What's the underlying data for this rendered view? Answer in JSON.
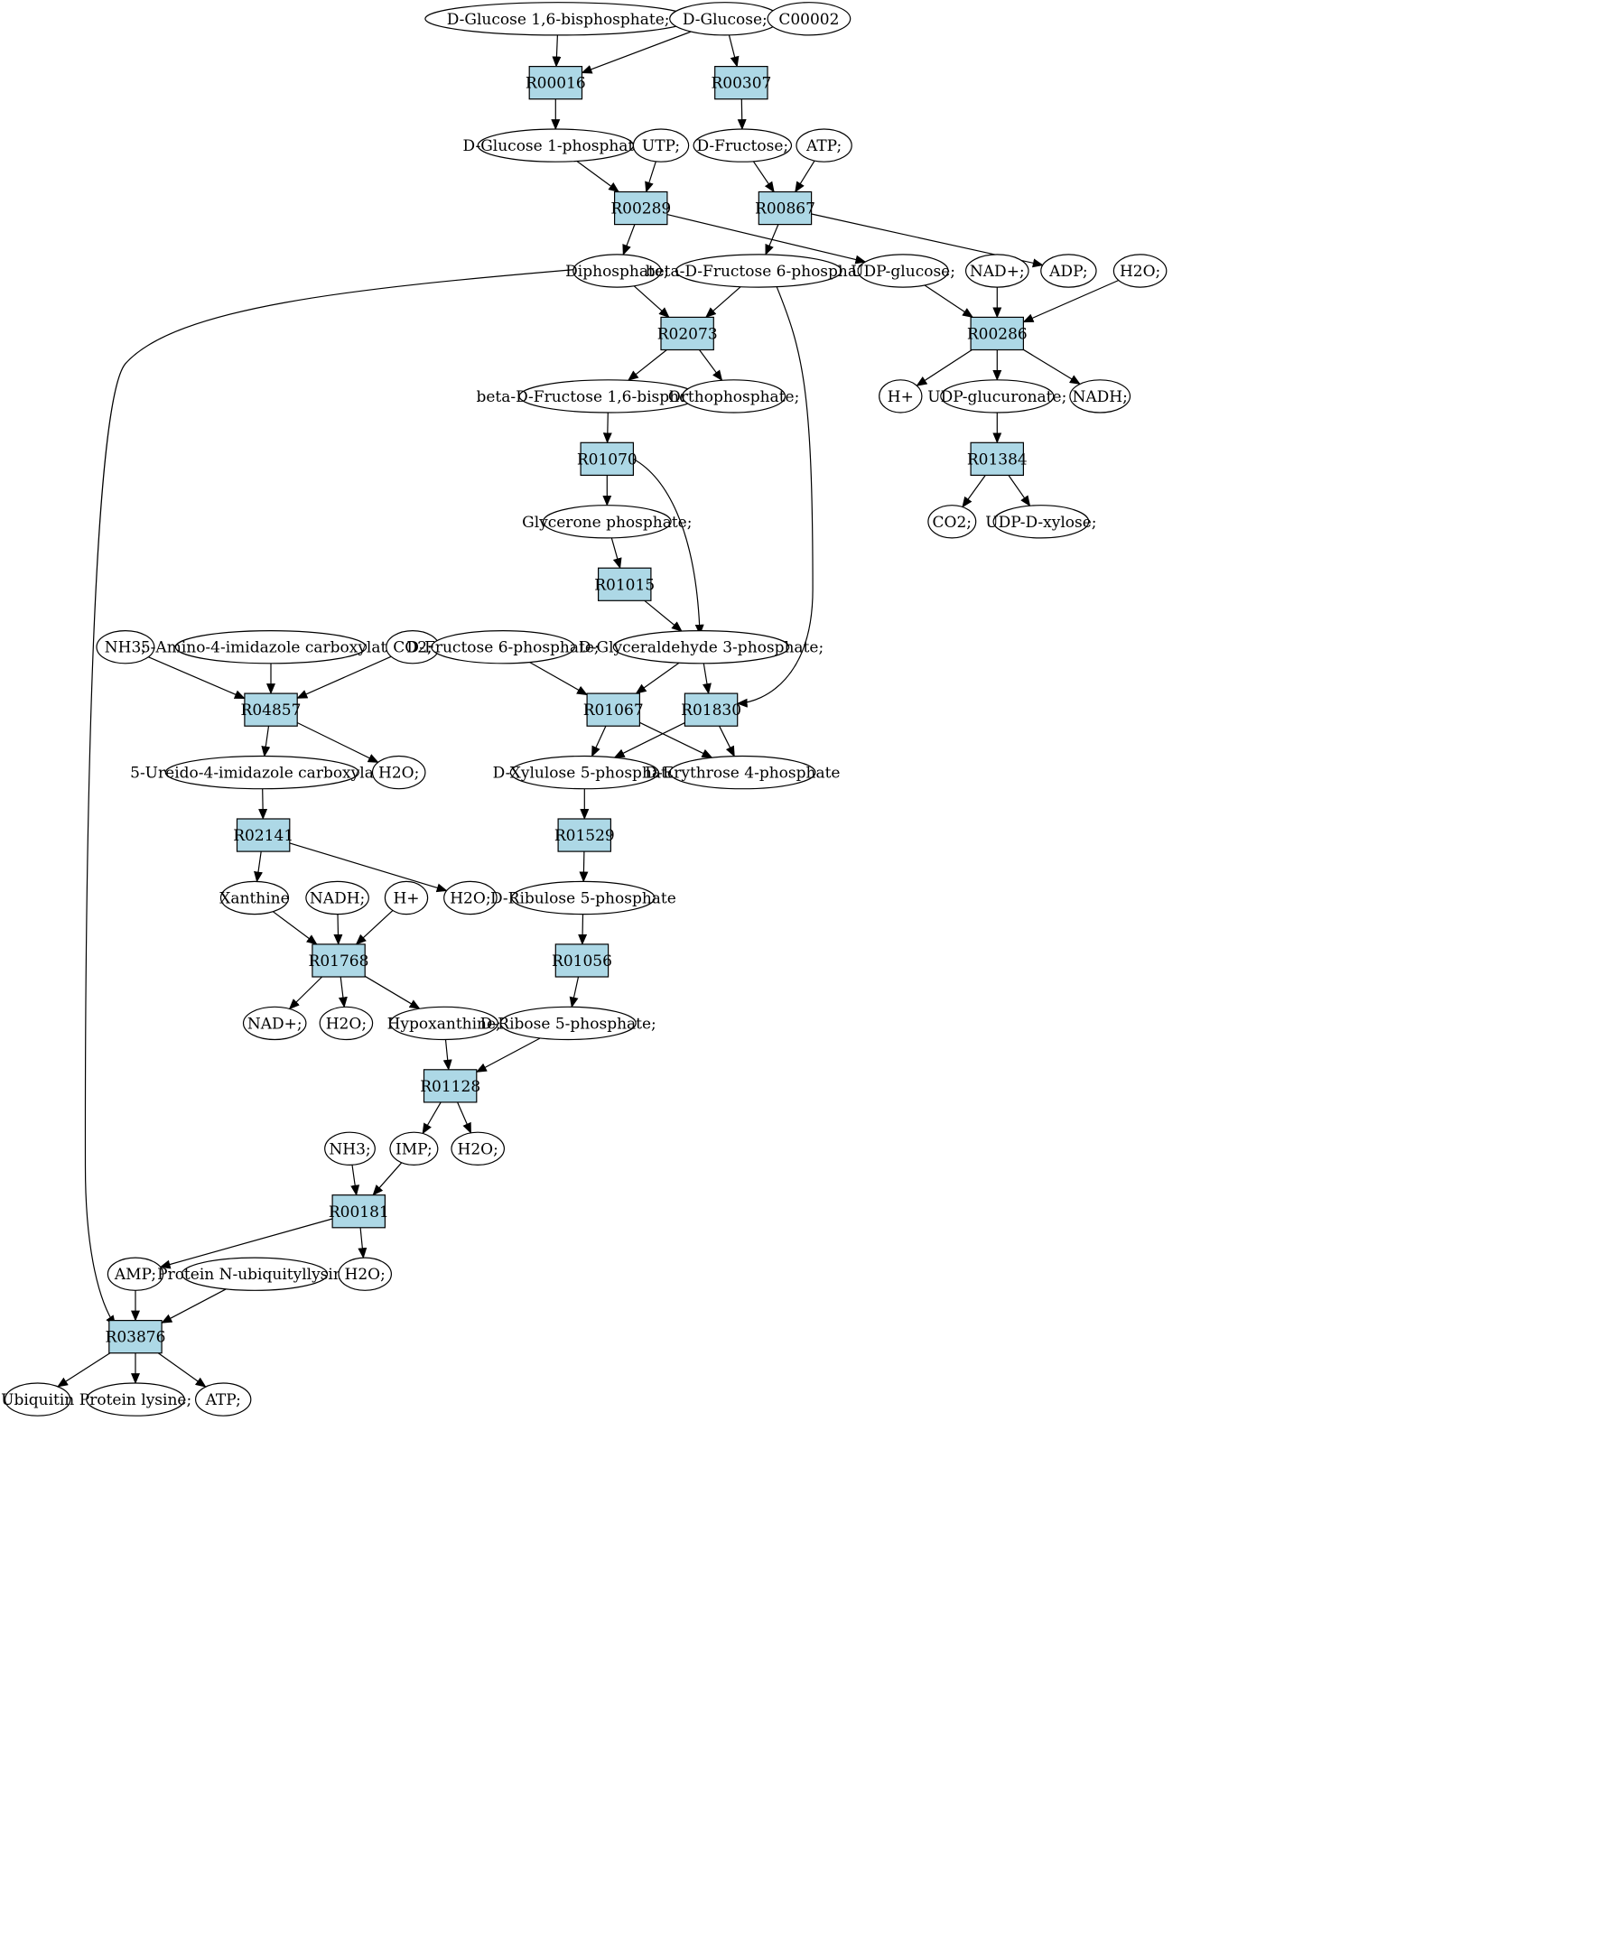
{
  "colors": {
    "reaction_fill": "#add8e6",
    "compound_fill": "#ffffff",
    "start_fill": "#00ee00",
    "target_fill": "#ffff00",
    "stroke": "#000000"
  },
  "nodes": [
    {
      "id": "c_g16bp",
      "type": "compound",
      "label": "D-Glucose 1,6-bisphosphate;"
    },
    {
      "id": "c_glc",
      "type": "compound",
      "label": "D-Glucose;",
      "style": "start"
    },
    {
      "id": "c_c00002",
      "type": "compound",
      "label": "C00002",
      "style": "target"
    },
    {
      "id": "r_R00016",
      "type": "reaction",
      "label": "R00016"
    },
    {
      "id": "r_R00307",
      "type": "reaction",
      "label": "R00307"
    },
    {
      "id": "c_g1p",
      "type": "compound",
      "label": "D-Glucose 1-phosphate;"
    },
    {
      "id": "c_utp",
      "type": "compound",
      "label": "UTP;"
    },
    {
      "id": "c_fru",
      "type": "compound",
      "label": "D-Fructose;"
    },
    {
      "id": "c_atp_top",
      "type": "compound",
      "label": "ATP;"
    },
    {
      "id": "r_R00289",
      "type": "reaction",
      "label": "R00289"
    },
    {
      "id": "r_R00867",
      "type": "reaction",
      "label": "R00867"
    },
    {
      "id": "c_ppi",
      "type": "compound",
      "label": "Diphosphate;"
    },
    {
      "id": "c_bf6p",
      "type": "compound",
      "label": "beta-D-Fructose 6-phosphate"
    },
    {
      "id": "c_udpg",
      "type": "compound",
      "label": "UDP-glucose;"
    },
    {
      "id": "c_nadp_top",
      "type": "compound",
      "label": "NAD+;"
    },
    {
      "id": "c_adp",
      "type": "compound",
      "label": "ADP;"
    },
    {
      "id": "c_h2o_top",
      "type": "compound",
      "label": "H2O;"
    },
    {
      "id": "r_R02073",
      "type": "reaction",
      "label": "R02073"
    },
    {
      "id": "r_R00286",
      "type": "reaction",
      "label": "R00286"
    },
    {
      "id": "c_bf16bp",
      "type": "compound",
      "label": "beta-D-Fructose 1,6-bisphosphate"
    },
    {
      "id": "c_pi",
      "type": "compound",
      "label": "Orthophosphate;"
    },
    {
      "id": "c_hplus_r",
      "type": "compound",
      "label": "H+"
    },
    {
      "id": "c_udpgluc",
      "type": "compound",
      "label": "UDP-glucuronate;"
    },
    {
      "id": "c_nadh_r",
      "type": "compound",
      "label": "NADH;"
    },
    {
      "id": "r_R01070",
      "type": "reaction",
      "label": "R01070"
    },
    {
      "id": "r_R01384",
      "type": "reaction",
      "label": "R01384"
    },
    {
      "id": "c_dhap",
      "type": "compound",
      "label": "Glycerone phosphate;"
    },
    {
      "id": "c_co2_r",
      "type": "compound",
      "label": "CO2;"
    },
    {
      "id": "c_udpxyl",
      "type": "compound",
      "label": "UDP-D-xylose;"
    },
    {
      "id": "r_R01015",
      "type": "reaction",
      "label": "R01015"
    },
    {
      "id": "c_nh3_a",
      "type": "compound",
      "label": "NH3;"
    },
    {
      "id": "c_aica",
      "type": "compound",
      "label": "5-Amino-4-imidazole carboxylate;"
    },
    {
      "id": "c_co2_l",
      "type": "compound",
      "label": "CO2;"
    },
    {
      "id": "c_f6p",
      "type": "compound",
      "label": "D-Fructose 6-phosphate;"
    },
    {
      "id": "c_gap",
      "type": "compound",
      "label": "D-Glyceraldehyde 3-phosphate;"
    },
    {
      "id": "r_R04857",
      "type": "reaction",
      "label": "R04857"
    },
    {
      "id": "r_R01067",
      "type": "reaction",
      "label": "R01067"
    },
    {
      "id": "r_R01830",
      "type": "reaction",
      "label": "R01830"
    },
    {
      "id": "c_uica",
      "type": "compound",
      "label": "5-Ureido-4-imidazole carboxylate;"
    },
    {
      "id": "c_h2o_a",
      "type": "compound",
      "label": "H2O;"
    },
    {
      "id": "c_xu5p",
      "type": "compound",
      "label": "D-Xylulose 5-phosphate"
    },
    {
      "id": "c_e4p",
      "type": "compound",
      "label": "D-Erythrose 4-phosphate"
    },
    {
      "id": "r_R02141",
      "type": "reaction",
      "label": "R02141"
    },
    {
      "id": "r_R01529",
      "type": "reaction",
      "label": "R01529"
    },
    {
      "id": "c_xan",
      "type": "compound",
      "label": "Xanthine"
    },
    {
      "id": "c_nadh_l",
      "type": "compound",
      "label": "NADH;"
    },
    {
      "id": "c_hplus_l",
      "type": "compound",
      "label": "H+"
    },
    {
      "id": "c_h2o_b",
      "type": "compound",
      "label": "H2O;"
    },
    {
      "id": "c_ru5p",
      "type": "compound",
      "label": "D-Ribulose 5-phosphate"
    },
    {
      "id": "r_R01768",
      "type": "reaction",
      "label": "R01768"
    },
    {
      "id": "r_R01056",
      "type": "reaction",
      "label": "R01056"
    },
    {
      "id": "c_nadp_l",
      "type": "compound",
      "label": "NAD+;"
    },
    {
      "id": "c_h2o_c",
      "type": "compound",
      "label": "H2O;"
    },
    {
      "id": "c_hyp",
      "type": "compound",
      "label": "Hypoxanthine;"
    },
    {
      "id": "c_r5p",
      "type": "compound",
      "label": "D-Ribose 5-phosphate;"
    },
    {
      "id": "r_R01128",
      "type": "reaction",
      "label": "R01128"
    },
    {
      "id": "c_nh3_b",
      "type": "compound",
      "label": "NH3;"
    },
    {
      "id": "c_imp",
      "type": "compound",
      "label": "IMP;"
    },
    {
      "id": "c_h2o_d",
      "type": "compound",
      "label": "H2O;"
    },
    {
      "id": "r_R00181",
      "type": "reaction",
      "label": "R00181"
    },
    {
      "id": "c_amp",
      "type": "compound",
      "label": "AMP;"
    },
    {
      "id": "c_pnub",
      "type": "compound",
      "label": "Protein N-ubiquityllysine"
    },
    {
      "id": "c_h2o_e",
      "type": "compound",
      "label": "H2O;"
    },
    {
      "id": "r_R03876",
      "type": "reaction",
      "label": "R03876"
    },
    {
      "id": "c_ubq",
      "type": "compound",
      "label": "Ubiquitin"
    },
    {
      "id": "c_plys",
      "type": "compound",
      "label": "Protein lysine;"
    },
    {
      "id": "c_atp_bot",
      "type": "compound",
      "label": "ATP;"
    }
  ],
  "edges": [
    {
      "from": "c_g16bp",
      "to": "r_R00016"
    },
    {
      "from": "c_glc",
      "to": "r_R00016"
    },
    {
      "from": "c_glc",
      "to": "r_R00307"
    },
    {
      "from": "r_R00016",
      "to": "c_g1p"
    },
    {
      "from": "r_R00307",
      "to": "c_fru"
    },
    {
      "from": "c_g1p",
      "to": "r_R00289"
    },
    {
      "from": "c_utp",
      "to": "r_R00289"
    },
    {
      "from": "c_fru",
      "to": "r_R00867"
    },
    {
      "from": "c_atp_top",
      "to": "r_R00867"
    },
    {
      "from": "r_R00289",
      "to": "c_ppi"
    },
    {
      "from": "r_R00289",
      "to": "c_udpg"
    },
    {
      "from": "r_R00867",
      "to": "c_bf6p"
    },
    {
      "from": "r_R00867",
      "to": "c_adp"
    },
    {
      "from": "c_ppi",
      "to": "r_R02073"
    },
    {
      "from": "c_bf6p",
      "to": "r_R02073"
    },
    {
      "from": "c_udpg",
      "to": "r_R00286"
    },
    {
      "from": "c_nadp_top",
      "to": "r_R00286"
    },
    {
      "from": "c_h2o_top",
      "to": "r_R00286"
    },
    {
      "from": "r_R02073",
      "to": "c_bf16bp"
    },
    {
      "from": "r_R02073",
      "to": "c_pi"
    },
    {
      "from": "r_R00286",
      "to": "c_hplus_r"
    },
    {
      "from": "r_R00286",
      "to": "c_udpgluc"
    },
    {
      "from": "r_R00286",
      "to": "c_nadh_r"
    },
    {
      "from": "c_bf16bp",
      "to": "r_R01070"
    },
    {
      "from": "c_udpgluc",
      "to": "r_R01384"
    },
    {
      "from": "r_R01070",
      "to": "c_dhap"
    },
    {
      "from": "r_R01070",
      "to": "c_gap"
    },
    {
      "from": "r_R01384",
      "to": "c_co2_r"
    },
    {
      "from": "r_R01384",
      "to": "c_udpxyl"
    },
    {
      "from": "c_dhap",
      "to": "r_R01015"
    },
    {
      "from": "r_R01015",
      "to": "c_gap"
    },
    {
      "from": "c_bf6p",
      "to": "r_R01830"
    },
    {
      "from": "c_ppi",
      "to": "r_R03876"
    },
    {
      "from": "c_nh3_a",
      "to": "r_R04857"
    },
    {
      "from": "c_aica",
      "to": "r_R04857"
    },
    {
      "from": "c_co2_l",
      "to": "r_R04857"
    },
    {
      "from": "c_f6p",
      "to": "r_R01067"
    },
    {
      "from": "c_gap",
      "to": "r_R01067"
    },
    {
      "from": "c_gap",
      "to": "r_R01830"
    },
    {
      "from": "r_R04857",
      "to": "c_uica"
    },
    {
      "from": "r_R04857",
      "to": "c_h2o_a"
    },
    {
      "from": "r_R01067",
      "to": "c_xu5p"
    },
    {
      "from": "r_R01067",
      "to": "c_e4p"
    },
    {
      "from": "r_R01830",
      "to": "c_xu5p"
    },
    {
      "from": "r_R01830",
      "to": "c_e4p"
    },
    {
      "from": "c_uica",
      "to": "r_R02141"
    },
    {
      "from": "c_xu5p",
      "to": "r_R01529"
    },
    {
      "from": "r_R02141",
      "to": "c_xan"
    },
    {
      "from": "r_R02141",
      "to": "c_h2o_b"
    },
    {
      "from": "r_R01529",
      "to": "c_ru5p"
    },
    {
      "from": "c_xan",
      "to": "r_R01768"
    },
    {
      "from": "c_nadh_l",
      "to": "r_R01768"
    },
    {
      "from": "c_hplus_l",
      "to": "r_R01768"
    },
    {
      "from": "c_ru5p",
      "to": "r_R01056"
    },
    {
      "from": "r_R01768",
      "to": "c_nadp_l"
    },
    {
      "from": "r_R01768",
      "to": "c_h2o_c"
    },
    {
      "from": "r_R01768",
      "to": "c_hyp"
    },
    {
      "from": "r_R01056",
      "to": "c_r5p"
    },
    {
      "from": "c_hyp",
      "to": "r_R01128"
    },
    {
      "from": "c_r5p",
      "to": "r_R01128"
    },
    {
      "from": "r_R01128",
      "to": "c_imp"
    },
    {
      "from": "r_R01128",
      "to": "c_h2o_d"
    },
    {
      "from": "c_nh3_b",
      "to": "r_R00181"
    },
    {
      "from": "c_imp",
      "to": "r_R00181"
    },
    {
      "from": "r_R00181",
      "to": "c_amp"
    },
    {
      "from": "r_R00181",
      "to": "c_h2o_e"
    },
    {
      "from": "c_amp",
      "to": "r_R03876"
    },
    {
      "from": "c_pnub",
      "to": "r_R03876"
    },
    {
      "from": "r_R03876",
      "to": "c_ubq"
    },
    {
      "from": "r_R03876",
      "to": "c_plys"
    },
    {
      "from": "r_R03876",
      "to": "c_atp_bot"
    }
  ]
}
